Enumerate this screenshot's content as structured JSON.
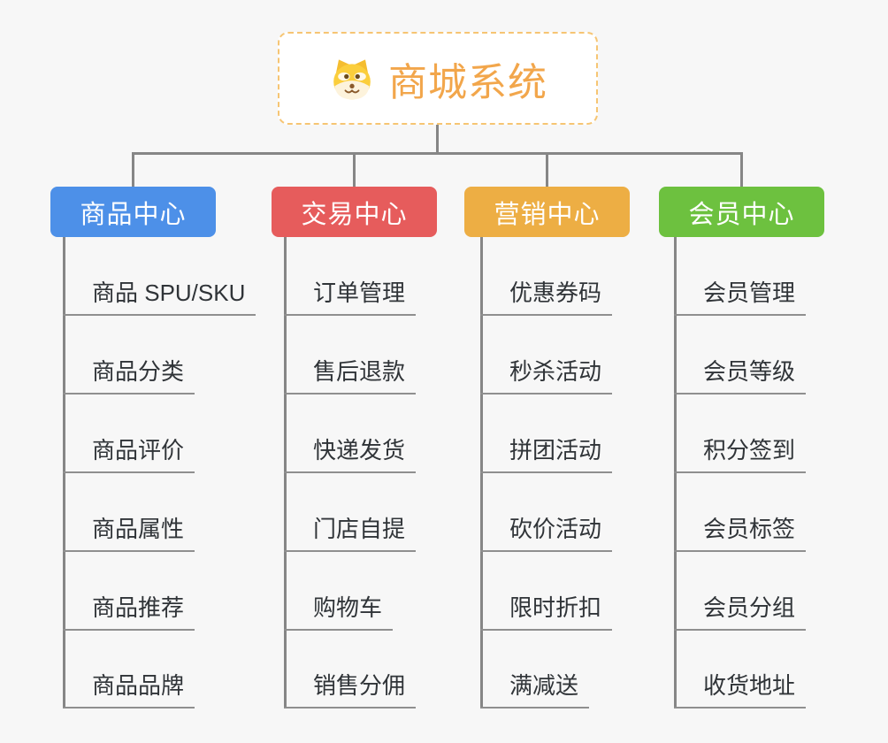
{
  "diagram": {
    "type": "mindmap-org-chart",
    "root": {
      "label": "商城系统",
      "icon": "dog-face-icon",
      "text_color": "#f2a64b",
      "border_color": "#f6c573"
    },
    "connector_color": "#868686",
    "branches": [
      {
        "label": "商品中心",
        "color": "#4d90e8",
        "items": [
          "商品 SPU/SKU",
          "商品分类",
          "商品评价",
          "商品属性",
          "商品推荐",
          "商品品牌"
        ]
      },
      {
        "label": "交易中心",
        "color": "#e65c5c",
        "items": [
          "订单管理",
          "售后退款",
          "快递发货",
          "门店自提",
          "购物车",
          "销售分佣"
        ]
      },
      {
        "label": "营销中心",
        "color": "#edae44",
        "items": [
          "优惠券码",
          "秒杀活动",
          "拼团活动",
          "砍价活动",
          "限时折扣",
          "满减送"
        ]
      },
      {
        "label": "会员中心",
        "color": "#6dc13f",
        "items": [
          "会员管理",
          "会员等级",
          "积分签到",
          "会员标签",
          "会员分组",
          "收货地址"
        ]
      }
    ]
  }
}
